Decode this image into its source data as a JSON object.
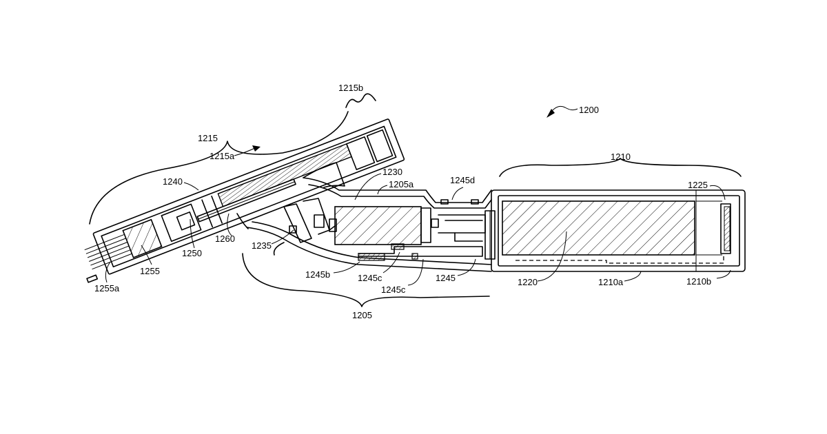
{
  "figure": {
    "reference": "1200",
    "labels": {
      "l1215b": "1215b",
      "l1215": "1215",
      "l1215a": "1215a",
      "l1240": "1240",
      "l1230": "1230",
      "l1205a": "1205a",
      "l1245d": "1245d",
      "l1210": "1210",
      "l1225": "1225",
      "l1260": "1260",
      "l1250": "1250",
      "l1235": "1235",
      "l1255": "1255",
      "l1255a": "1255a",
      "l1245b": "1245b",
      "l1245c_1": "1245c",
      "l1245c_2": "1245c",
      "l1245": "1245",
      "l1220": "1220",
      "l1210a": "1210a",
      "l1210b": "1210b",
      "l1205": "1205"
    }
  }
}
